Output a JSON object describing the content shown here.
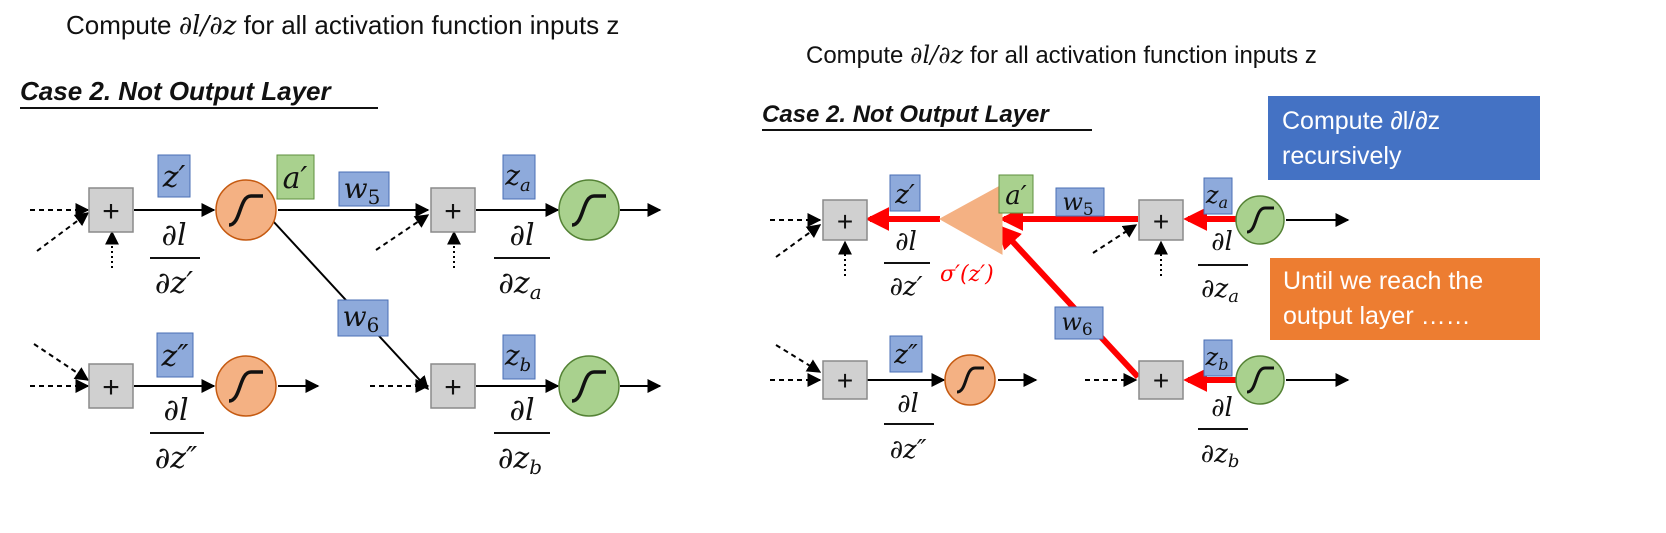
{
  "left_panel": {
    "title_prefix": "Compute ",
    "title_math": "∂l/∂z",
    "title_suffix": " for all activation function inputs z",
    "case_label": "Case 2. Not Output Layer",
    "nodes": {
      "z_prime": "z′",
      "a_prime": "a′",
      "w5": "w",
      "w5_sub": "5",
      "w6": "w",
      "w6_sub": "6",
      "z_a": "z",
      "z_a_sub": "a",
      "z_double_prime": "z″",
      "z_b": "z",
      "z_b_sub": "b",
      "plus": "+"
    },
    "fractions": {
      "numerator": "∂l",
      "den_z_prime": "∂z′",
      "den_z_double_prime": "∂z″",
      "den_z_a": "∂z",
      "den_z_a_sub": "a",
      "den_z_b": "∂z",
      "den_z_b_sub": "b"
    }
  },
  "right_panel": {
    "title_prefix": "Compute ",
    "title_math": "∂l/∂z",
    "title_suffix": " for all activation function inputs z",
    "case_label": "Case 2. Not Output Layer",
    "sigma_label": "σ′(z′)",
    "note_blue_line1": "Compute ∂l/∂z",
    "note_blue_line2": "recursively",
    "note_orange_line1": "Until we reach the",
    "note_orange_line2": "output layer ……",
    "nodes": {
      "z_prime": "z′",
      "a_prime": "a′",
      "w5": "w",
      "w5_sub": "5",
      "w6": "w",
      "w6_sub": "6",
      "z_a": "z",
      "z_a_sub": "a",
      "z_double_prime": "z″",
      "z_b": "z",
      "z_b_sub": "b",
      "plus": "+"
    },
    "fractions": {
      "numerator": "∂l",
      "den_z_prime": "∂z′",
      "den_z_double_prime": "∂z″",
      "den_z_a": "∂z",
      "den_z_a_sub": "a",
      "den_z_b": "∂z",
      "den_z_b_sub": "b"
    }
  },
  "colors": {
    "label_box": "#8eaadb",
    "label_box_stroke": "#4a6fb5",
    "a_prime_box": "#a9d18e",
    "a_prime_stroke": "#5e8f3e",
    "sum_box": "#d0d0d0",
    "sum_box_stroke": "#8a8a8a",
    "orange_neuron": "#f4b183",
    "orange_stroke": "#c55a11",
    "green_neuron": "#a9d18e",
    "green_stroke": "#548235",
    "red_path": "#ff0000",
    "note_blue": "#4472c4",
    "note_orange": "#ed7d31"
  }
}
